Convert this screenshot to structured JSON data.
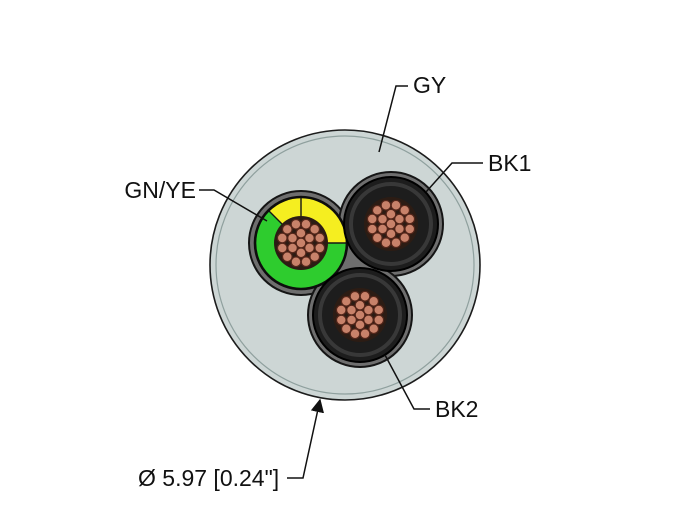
{
  "figure": {
    "type": "cable-cross-section-diagram",
    "callouts": {
      "gy": "GY",
      "bk1": "BK1",
      "gnye": "GN/YE",
      "bk2": "BK2",
      "diameter": "Ø 5.97 [0.24\"]"
    },
    "strands_per_conductor": 19
  },
  "colors": {
    "jacket_fill": "#cdd6d5",
    "jacket_stroke": "#1c1c1c",
    "jacket_inner_line": "#8fa09e",
    "wrap_fill": "#6e6e6e",
    "wrap_stroke": "#151515",
    "black_ins": "#1d1d1d",
    "green": "#2ecc2e",
    "yellow": "#f5ee20",
    "backing": "#2c1c14",
    "strand_fill": "#c8826a",
    "strand_stroke": "#53261a",
    "line": "#111111",
    "text": "#111111"
  }
}
